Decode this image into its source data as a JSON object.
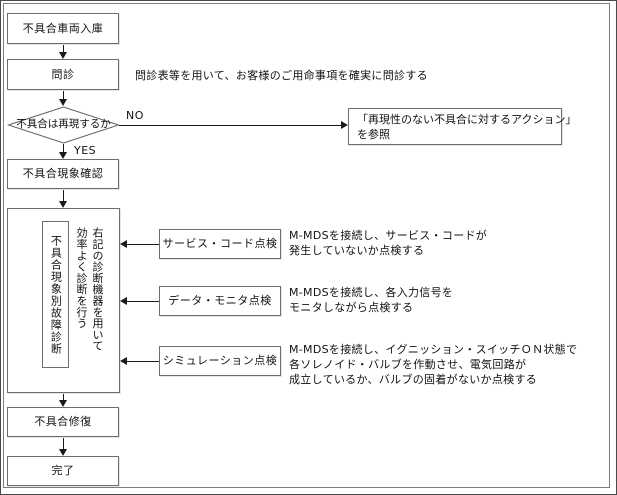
{
  "colors": {
    "line": "#1a1a1a",
    "box_border": "#6e6e6e",
    "frame_border": "#7d7d7d",
    "background": "#ffffff",
    "text": "#111111"
  },
  "flowchart": {
    "entry": {
      "label": "不具合車両入庫"
    },
    "interview": {
      "label": "問診",
      "note": "問診表等を用いて、お客様のご用命事項を確実に問診する"
    },
    "decision": {
      "label": "不具合は再現するか",
      "no_label": "NO",
      "yes_label": "YES"
    },
    "reference": {
      "line1": "「再現性のない不具合に対するアクション」",
      "line2": "を参照"
    },
    "confirm": {
      "label": "不具合現象確認"
    },
    "diagnosis": {
      "label_vertical": "不具合現象別故障診断",
      "note_col_right": "右記の診断機器を用いて",
      "note_col_left": "効率よく診断を行う"
    },
    "inspections": [
      {
        "label": "サービス・コード点検",
        "note_lines": [
          "M-MDSを接続し、サービス・コードが",
          "発生していないか点検する"
        ]
      },
      {
        "label": "データ・モニタ点検",
        "note_lines": [
          "M-MDSを接続し、各入力信号を",
          "モニタしながら点検する"
        ]
      },
      {
        "label": "シミュレーション点検",
        "note_lines": [
          "M-MDSを接続し、イグニッション・スイッチＯＮ状態で",
          "各ソレノイド・バルブを作動させ、電気回路が",
          "成立しているか、バルブの固着がないか点検する"
        ]
      }
    ],
    "repair": {
      "label": "不具合修復"
    },
    "complete": {
      "label": "完了"
    }
  }
}
